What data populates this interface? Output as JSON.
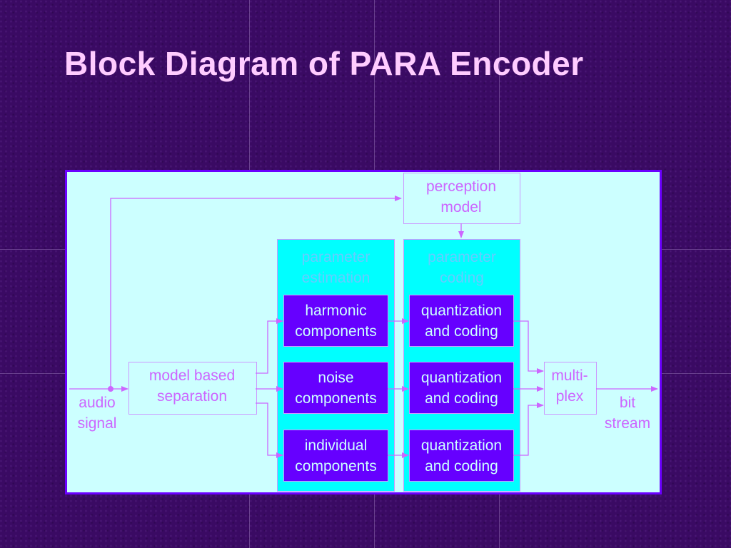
{
  "slide": {
    "title": "Block Diagram of PARA Encoder"
  },
  "diagram": {
    "perception_model": "perception\nmodel",
    "parameter_estimation": "parameter\nestimation",
    "parameter_coding": "parameter\ncoding",
    "harmonic": "harmonic\ncomponents",
    "noise": "noise\ncomponents",
    "individual": "individual\ncomponents",
    "quant_1": "quantization\nand coding",
    "quant_2": "quantization\nand coding",
    "quant_3": "quantization\nand coding",
    "separation": "model based\nseparation",
    "audio_signal": "audio\nsignal",
    "multiplex": "multi-\nplex",
    "bit_stream": "bit\nstream"
  },
  "colors": {
    "title": "#ffccff",
    "panel": "#ccffff",
    "column": "#00ffff",
    "block": "#6600ff",
    "wire": "#cc66ff"
  }
}
